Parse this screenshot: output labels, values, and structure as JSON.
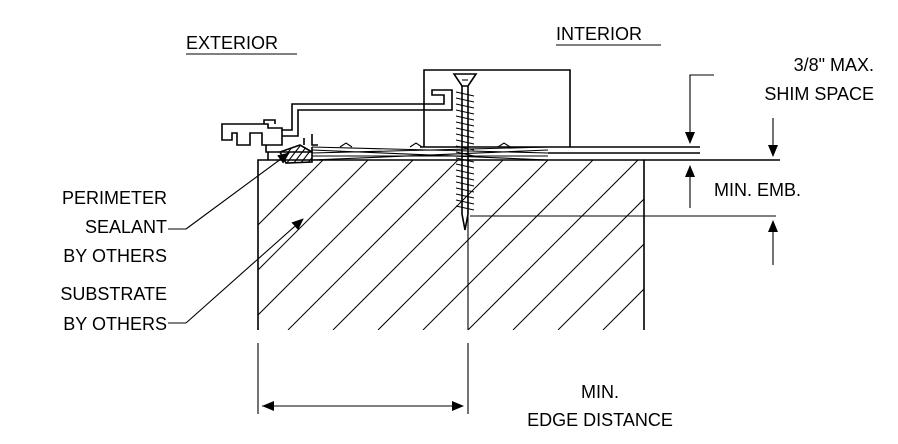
{
  "labels": {
    "exterior": "EXTERIOR",
    "interior": "INTERIOR",
    "shim_line1": "3/8\" MAX.",
    "shim_line2": "SHIM SPACE",
    "min_emb": "MIN. EMB.",
    "perimeter_line1": "PERIMETER",
    "perimeter_line2": "SEALANT",
    "perimeter_line3": "BY OTHERS",
    "substrate_line1": "SUBSTRATE",
    "substrate_line2": "BY OTHERS",
    "edge_line1": "MIN.",
    "edge_line2": "EDGE DISTANCE"
  },
  "colors": {
    "ink": "#000000",
    "background": "#ffffff"
  }
}
